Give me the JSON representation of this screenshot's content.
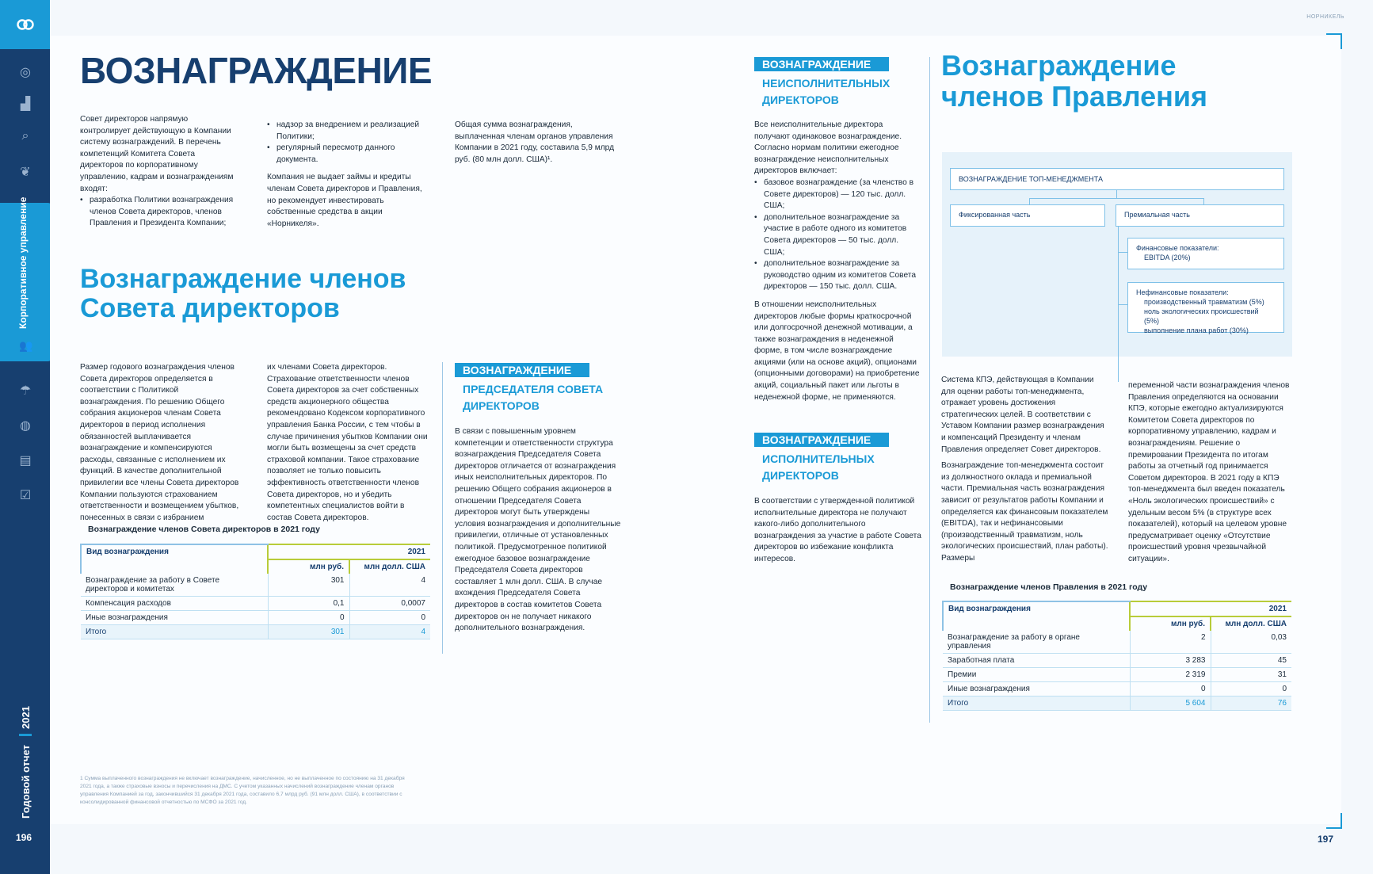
{
  "sidebar": {
    "section_label": "Корпоративное управление",
    "year": "2021",
    "report": "Годовой отчет",
    "page_number": "196",
    "icons": [
      "globe-icon",
      "factory-icon",
      "search-icon",
      "leaf-icon",
      "umbrella-icon",
      "world-icon",
      "chart-icon",
      "checklist-icon"
    ]
  },
  "brand": "НОРНИКЕЛЬ",
  "left": {
    "title": "ВОЗНАГРАЖДЕНИЕ",
    "col1_intro": "Совет директоров напрямую контролирует действующую в Компании систему вознаграждений. В перечень компетенций Комитета Совета директоров по корпоративному управлению, кадрам и вознаграждениям входят:",
    "col1_bullets": [
      "разработка Политики вознаграждения членов Совета директоров, членов Правления и Президента Компании;"
    ],
    "col2_bullets": [
      "надзор за внедрением и реализацией Политики;",
      "регулярный пересмотр данного документа."
    ],
    "col2_para": "Компания не выдает займы и кредиты членам Совета директоров и Правления, но рекомендует инвестировать собственные средства в акции «Норникеля».",
    "col3_para": "Общая сумма вознаграждения, выплаченная членам органов управления Компании в 2021 году, составила 5,9 млрд руб. (80 млн долл. США)¹.",
    "h2_board": "Вознаграждение членов Совета директоров",
    "board_col1": "Размер годового вознаграждения членов Совета директоров определяется в соответствии с Политикой вознаграждения. По решению Общего собрания акционеров членам Совета директоров в период исполнения обязанностей выплачивается вознаграждение и компенсируются расходы, связанные с исполнением их функций. В качестве дополнительной привилегии все члены Совета директоров Компании пользуются страхованием ответственности и возмещением убытков, понесенных в связи с избранием",
    "board_col2": "их членами Совета директоров. Страхование ответственности членов Совета директоров за счет собственных средств акционерного общества рекомендовано Кодексом корпоративного управления Банка России, с тем чтобы в случае причинения убытков Компании они могли быть возмещены за счет средств страховой компании. Такое страхование позволяет не только повысить эффективность ответственности членов Совета директоров, но и убедить компетентных специалистов войти в состав Совета директоров.",
    "chair_badge": [
      "ВОЗНАГРАЖДЕНИЕ",
      "ПРЕДСЕДАТЕЛЯ СОВЕТА",
      "ДИРЕКТОРОВ"
    ],
    "chair_text": "В связи с повышенным уровнем компетенции и ответственности структура вознаграждения Председателя Совета директоров отличается от вознаграждения иных неисполнительных директоров. По решению Общего собрания акционеров в отношении Председателя Совета директоров могут быть утверждены условия вознаграждения и дополнительные привилегии, отличные от установленных политикой. Предусмотренное политикой ежегодное базовое вознаграждение Председателя Совета директоров составляет 1 млн долл. США. В случае вхождения Председателя Совета директоров в состав комитетов Совета директоров он не получает никакого дополнительного вознаграждения.",
    "table_title": "Вознаграждение членов Совета директоров в 2021 году",
    "table": {
      "col_type": "Вид вознаграждения",
      "year": "2021",
      "unit_rub": "млн руб.",
      "unit_usd": "млн долл. США",
      "rows": [
        {
          "label": "Вознаграждение за работу в Совете директоров и комитетах",
          "rub": "301",
          "usd": "4"
        },
        {
          "label": "Компенсация расходов",
          "rub": "0,1",
          "usd": "0,0007"
        },
        {
          "label": "Иные вознаграждения",
          "rub": "0",
          "usd": "0"
        },
        {
          "label": "Итого",
          "rub": "301",
          "usd": "4"
        }
      ]
    },
    "footnote": "1   Сумма выплаченного вознаграждения не включает вознаграждение, начисленное, но не выплаченное по состоянию на 31 декабря 2021 года, а также страховые взносы и перечисления на ДМС. С учетом указанных начислений вознаграждение членам органов управления Компанией за год, закончившийся 31 декабря 2021 года, составило 6,7 млрд руб. (91 млн долл. США), в соответствии с консолидированной финансовой отчетностью по МСФО за 2021 год."
  },
  "right": {
    "nonexec_badge": [
      "ВОЗНАГРАЖДЕНИЕ",
      "НЕИСПОЛНИТЕЛЬНЫХ",
      "ДИРЕКТОРОВ"
    ],
    "nonexec_intro": "Все неисполнительные директора получают одинаковое вознаграждение. Согласно нормам политики ежегодное вознаграждение неисполнительных директоров включает:",
    "nonexec_bullets": [
      "базовое вознаграждение (за членство в Совете директоров) — 120 тыс. долл. США;",
      "дополнительное вознаграждение за участие в работе одного из комитетов Совета директоров — 50 тыс. долл. США;",
      "дополнительное вознаграждение за руководство одним из комитетов Совета директоров — 150 тыс. долл. США."
    ],
    "nonexec_para": "В отношении неисполнительных директоров любые формы краткосрочной или долгосрочной денежной мотивации, а также вознаграждения в неденежной форме, в том числе вознаграждение акциями (или на основе акций), опционами (опционными договорами) на приобретение акций, социальный пакет или льготы в неденежной форме, не применяются.",
    "exec_badge": [
      "ВОЗНАГРАЖДЕНИЕ",
      "ИСПОЛНИТЕЛЬНЫХ",
      "ДИРЕКТОРОВ"
    ],
    "exec_text": "В соответствии с утвержденной политикой исполнительные директора не получают какого-либо дополнительного вознаграждения за участие в работе Совета директоров во избежание конфликта интересов.",
    "h2_board": "Вознаграждение членов Правления",
    "org": {
      "top": "ВОЗНАГРАЖДЕНИЕ ТОП-МЕНЕДЖМЕНТА",
      "fixed": "Фиксированная часть",
      "bonus": "Премиальная часть",
      "fin_title": "Финансовые показатели:",
      "fin_items": [
        "EBITDA (20%)"
      ],
      "nonfin_title": "Нефинансовые показатели:",
      "nonfin_items": [
        "производственный травматизм (5%)",
        "ноль экологических происшествий (5%)",
        "выполнение плана работ (30%)"
      ]
    },
    "kpi_col1_p1": "Система КПЭ, действующая в Компании для оценки работы топ-менеджмента, отражает уровень достижения стратегических целей. В соответствии с Уставом Компании размер вознаграждения и компенсаций Президенту и членам Правления определяет Совет директоров.",
    "kpi_col1_p2": "Вознаграждение топ-менеджмента состоит из должностного оклада и премиальной части. Премиальная часть вознаграждения зависит от результатов работы Компании и определяется как финансовым показателем (EBITDA), так и нефинансовыми (производственный травматизм, ноль экологических происшествий, план работы). Размеры",
    "kpi_col2": "переменной части вознаграждения членов Правления определяются на основании КПЭ, которые ежегодно актуализируются Комитетом Совета директоров по корпоративному управлению, кадрам и вознаграждениям. Решение о премировании Президента по итогам работы за отчетный год принимается Советом директоров. В 2021 году в КПЭ топ-менеджмента был введен показатель «Ноль экологических происшествий» с удельным весом 5% (в структуре всех показателей), который на целевом уровне предусматривает оценку «Отсутствие происшествий уровня чрезвычайной ситуации».",
    "table_title": "Вознаграждение членов Правления в 2021 году",
    "table": {
      "col_type": "Вид вознаграждения",
      "year": "2021",
      "unit_rub": "млн руб.",
      "unit_usd": "млн долл. США",
      "rows": [
        {
          "label": "Вознаграждение за работу в органе управления",
          "rub": "2",
          "usd": "0,03"
        },
        {
          "label": "Заработная плата",
          "rub": "3 283",
          "usd": "45"
        },
        {
          "label": "Премии",
          "rub": "2 319",
          "usd": "31"
        },
        {
          "label": "Иные вознаграждения",
          "rub": "0",
          "usd": "0"
        },
        {
          "label": "Итого",
          "rub": "5 604",
          "usd": "76"
        }
      ]
    },
    "page_number": "197"
  }
}
